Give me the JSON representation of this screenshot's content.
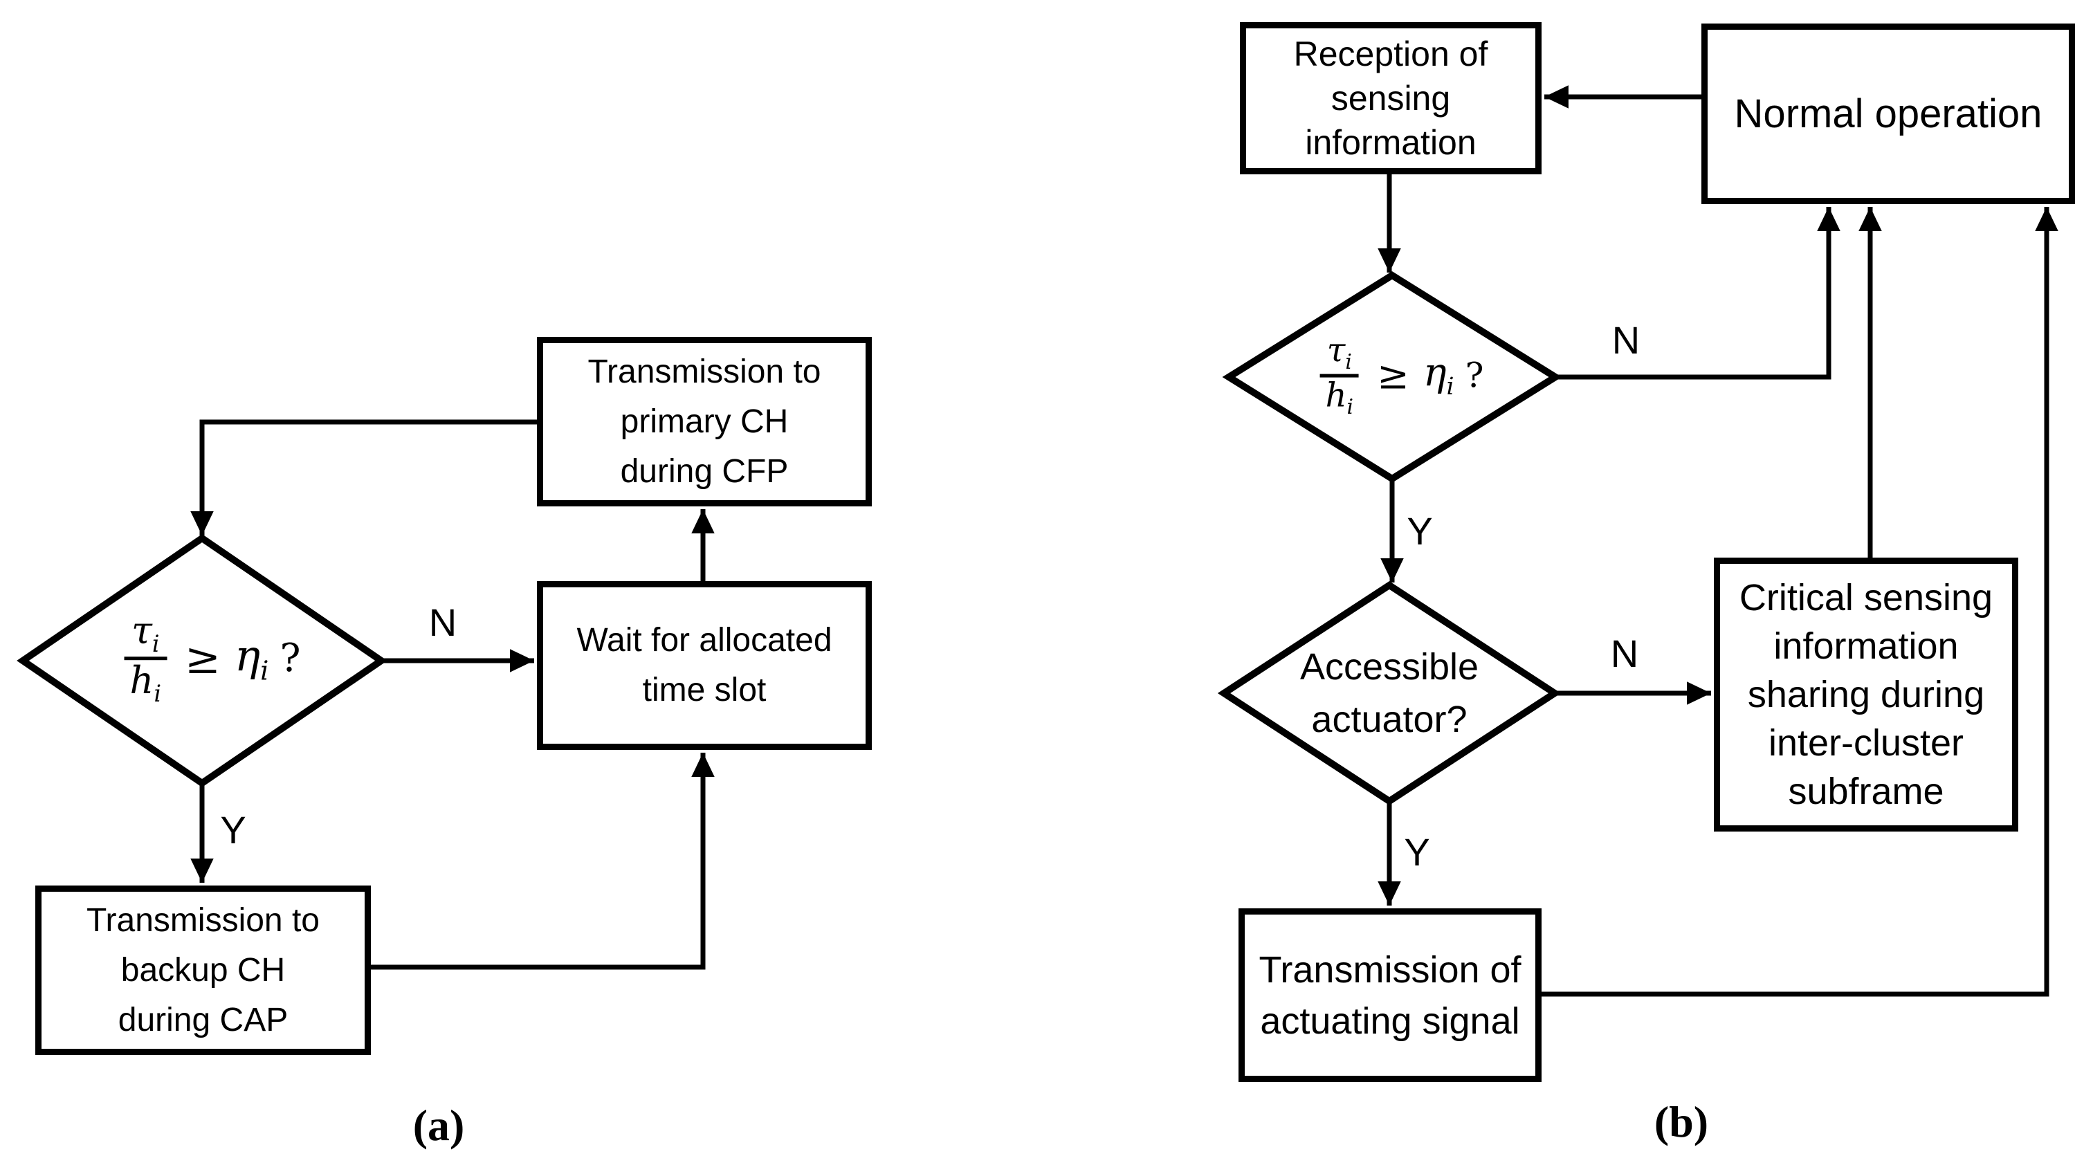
{
  "colors": {
    "ink": "#000000",
    "paper": "#ffffff"
  },
  "formula": {
    "numerator": "τ",
    "numerator_sub": "i",
    "denominator": "h",
    "denominator_sub": "i",
    "operator": "≥",
    "rhs": "η",
    "rhs_sub": "i",
    "question": "?"
  },
  "panel_a": {
    "caption": "(a)",
    "boxes": {
      "primary": {
        "lines": [
          "Transmission to",
          "primary CH",
          "during CFP"
        ]
      },
      "wait": {
        "lines": [
          "Wait for allocated",
          "time slot"
        ]
      },
      "backup": {
        "lines": [
          "Transmission to",
          "backup CH",
          "during CAP"
        ]
      }
    },
    "labels": {
      "no": "N",
      "yes": "Y"
    }
  },
  "panel_b": {
    "caption": "(b)",
    "boxes": {
      "reception": {
        "lines": [
          "Reception of",
          "sensing",
          "information"
        ]
      },
      "normal": {
        "lines": [
          "Normal operation"
        ]
      },
      "critical": {
        "lines": [
          "Critical sensing",
          "information",
          "sharing during",
          "inter-cluster",
          "subframe"
        ]
      },
      "actuating": {
        "lines": [
          "Transmission of",
          "actuating signal"
        ]
      }
    },
    "decision_actuator": {
      "lines": [
        "Accessible",
        "actuator?"
      ]
    },
    "labels": {
      "no_threshold": "N",
      "yes_threshold": "Y",
      "no_actuator": "N",
      "yes_actuator": "Y"
    }
  }
}
